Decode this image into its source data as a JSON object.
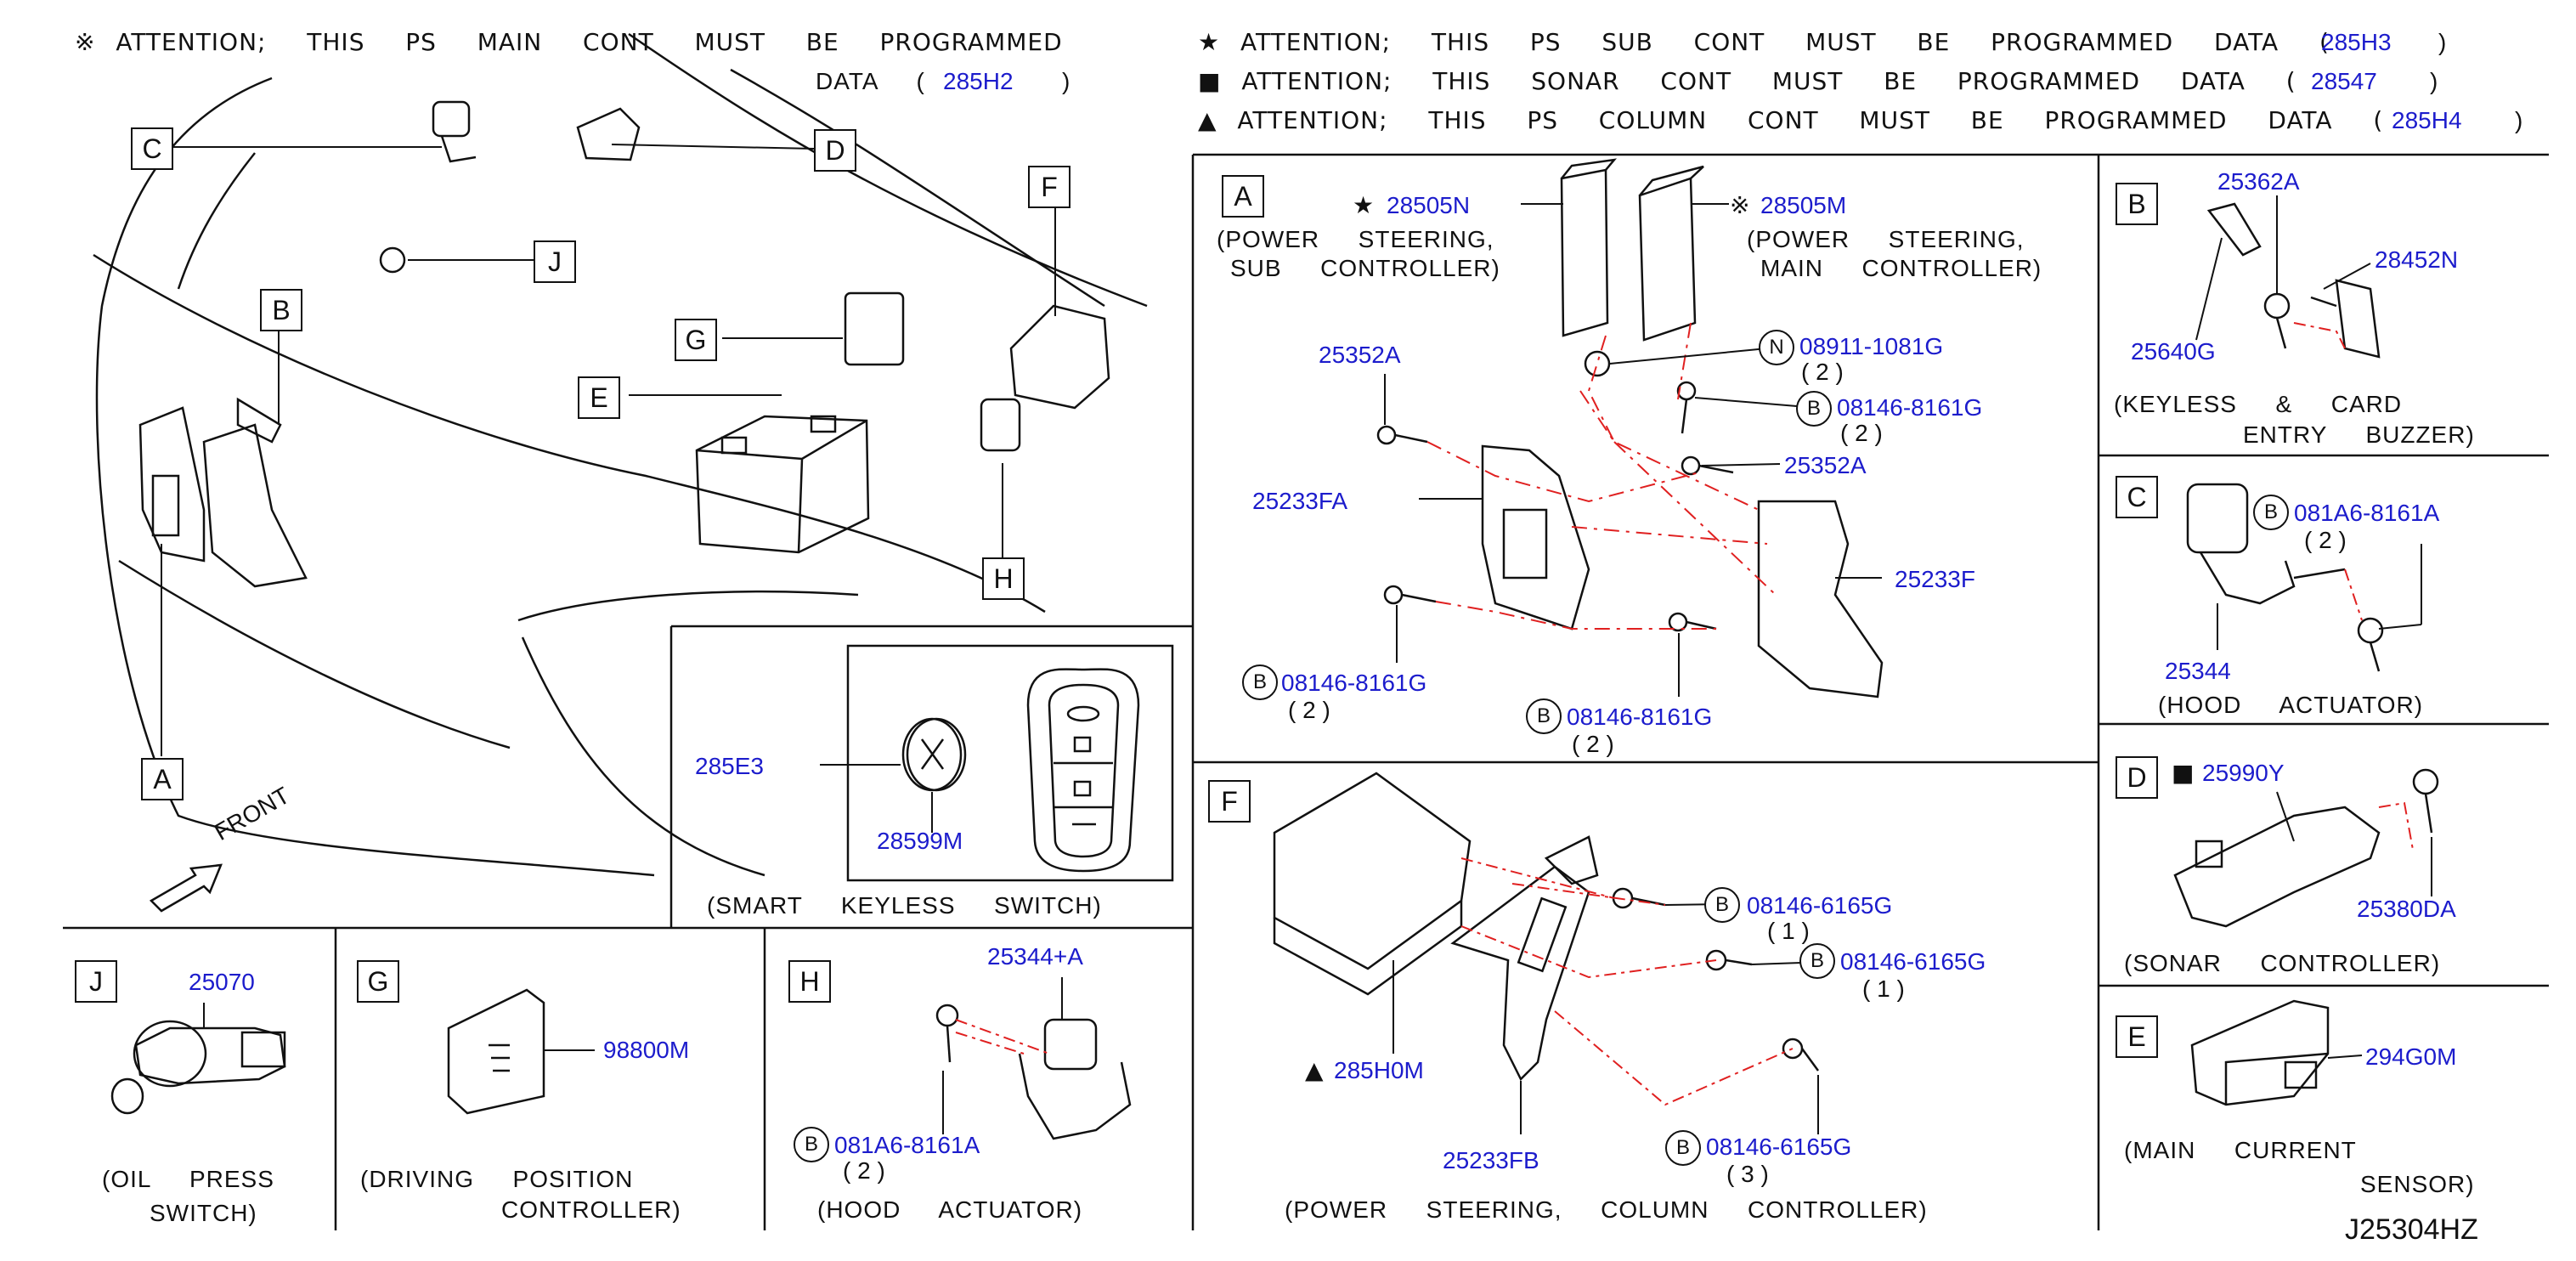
{
  "header": {
    "att_main_line1": "※ ATTENTION;  THIS  PS  MAIN  CONT  MUST  BE  PROGRAMMED",
    "att_main_line2": "DATA  (",
    "att_main_code": "285H2",
    "att_main_close": ")",
    "att_sub": "★ ATTENTION;  THIS  PS  SUB  CONT  MUST  BE  PROGRAMMED  DATA  (",
    "att_sub_code": "285H3",
    "att_sub_close": ")",
    "att_sonar": "■ ATTENTION;  THIS  SONAR  CONT  MUST  BE  PROGRAMMED  DATA  (",
    "att_sonar_code": "28547",
    "att_sonar_close": ")",
    "att_column": "▲ ATTENTION;  THIS  PS  COLUMN  CONT  MUST  BE  PROGRAMMED  DATA  (",
    "att_column_code": "285H4",
    "att_column_close": ")"
  },
  "overview": {
    "labels": [
      "C",
      "D",
      "J",
      "B",
      "G",
      "E",
      "F",
      "H",
      "A"
    ],
    "front": "FRONT"
  },
  "panel_a": {
    "letter": "A",
    "p1_sym": "★",
    "p1": "28505N",
    "p1_desc1": "(POWER  STEERING,",
    "p1_desc2": "SUB  CONTROLLER)",
    "p2_sym": "※",
    "p2": "28505M",
    "p2_desc1": "(POWER  STEERING,",
    "p2_desc2": "MAIN  CONTROLLER)",
    "p3_circle": "N",
    "p3": "08911-1081G",
    "p3_qty": "( 2 )",
    "p4": "25352A",
    "p5_circle": "B",
    "p5": "08146-8161G",
    "p5_qty": "( 2 )",
    "p6": "25352A",
    "p7": "25233FA",
    "p8": "25233F",
    "p9_circle": "B",
    "p9": "08146-8161G",
    "p9_qty": "( 2 )",
    "p10_circle": "B",
    "p10": "08146-8161G",
    "p10_qty": "( 2 )"
  },
  "panel_b": {
    "letter": "B",
    "p1": "25362A",
    "p2": "28452N",
    "p3": "25640G",
    "desc1": "(KEYLESS  &  CARD",
    "desc2": "ENTRY  BUZZER)"
  },
  "panel_c": {
    "letter": "C",
    "p1_circle": "B",
    "p1": "081A6-8161A",
    "p1_qty": "( 2 )",
    "p2": "25344",
    "desc": "(HOOD  ACTUATOR)"
  },
  "panel_d": {
    "letter": "D",
    "p1_sym": "■",
    "p1": "25990Y",
    "p2": "25380DA",
    "desc": "(SONAR  CONTROLLER)"
  },
  "panel_e": {
    "letter": "E",
    "p1": "294G0M",
    "desc1": "(MAIN  CURRENT",
    "desc2": "SENSOR)"
  },
  "panel_f": {
    "letter": "F",
    "p1_circle": "B",
    "p1": "08146-6165G",
    "p1_qty": "( 1 )",
    "p2_circle": "B",
    "p2": "08146-6165G",
    "p2_qty": "( 1 )",
    "p3_sym": "▲",
    "p3": "285H0M",
    "p4": "25233FB",
    "p5_circle": "B",
    "p5": "08146-6165G",
    "p5_qty": "( 3 )",
    "desc": "(POWER  STEERING,  COLUMN  CONTROLLER)"
  },
  "panel_key": {
    "p1": "285E3",
    "p2": "28599M",
    "desc": "(SMART  KEYLESS  SWITCH)"
  },
  "panel_j": {
    "letter": "J",
    "p1": "25070",
    "desc1": "(OIL  PRESS",
    "desc2": "SWITCH)"
  },
  "panel_g": {
    "letter": "G",
    "p1": "98800M",
    "desc1": "(DRIVING  POSITION",
    "desc2": "CONTROLLER)"
  },
  "panel_h": {
    "letter": "H",
    "p1": "25344+A",
    "p2_circle": "B",
    "p2": "081A6-8161A",
    "p2_qty": "( 2 )",
    "desc": "(HOOD  ACTUATOR)"
  },
  "footer": {
    "code": "J25304HZ"
  },
  "colors": {
    "part_number": "#1c1ccc",
    "line": "#111111",
    "dash": "#e02020"
  }
}
